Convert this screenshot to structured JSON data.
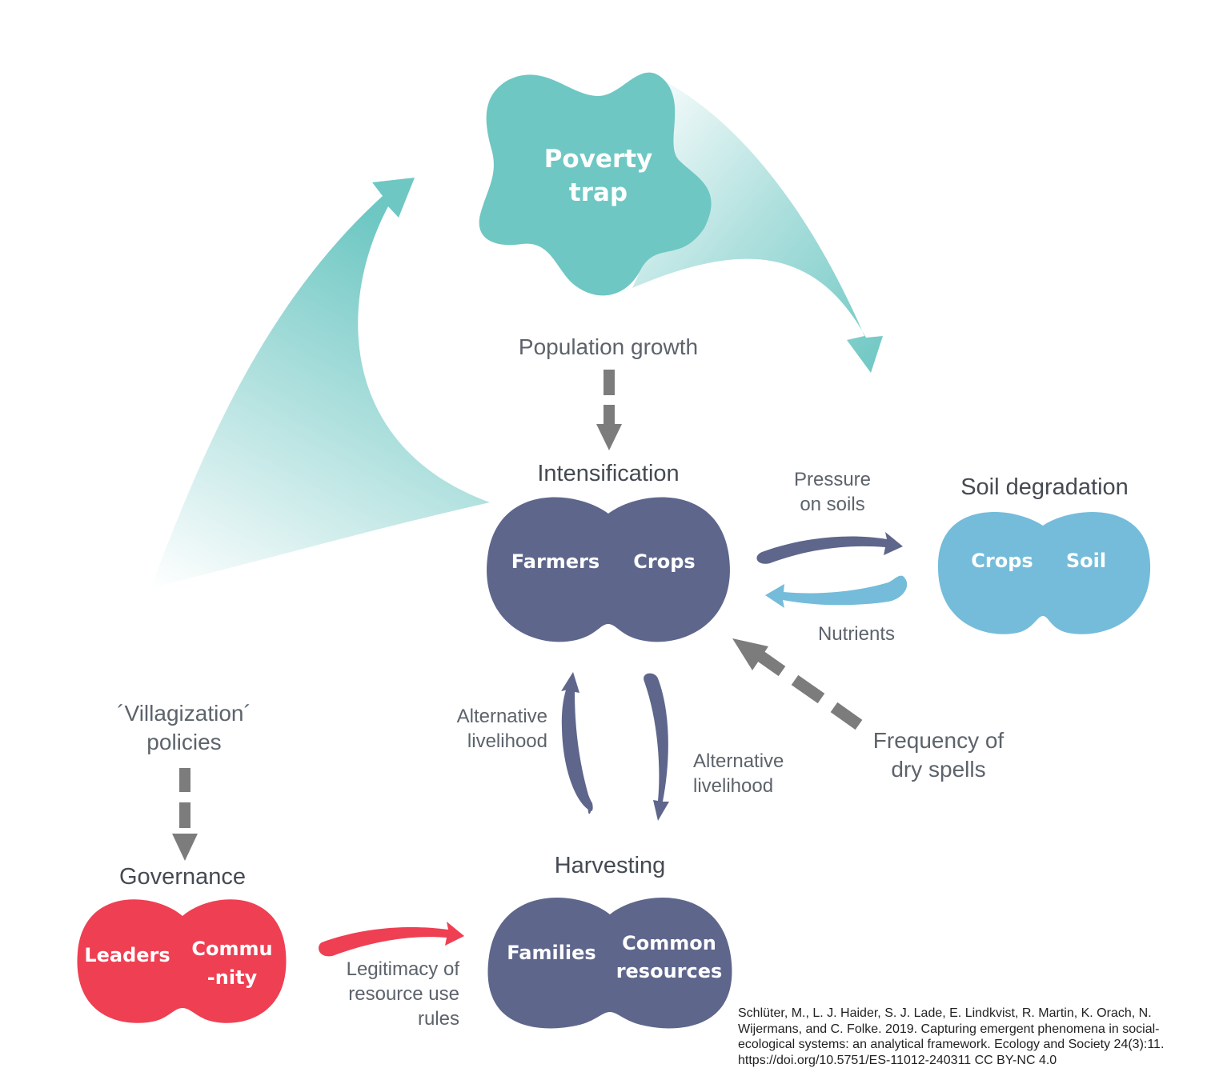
{
  "nodes": {
    "poverty_trap": {
      "line1": "Poverty",
      "line2": "trap",
      "color": "#6ec7c3"
    },
    "intensification": {
      "title": "Intensification",
      "left": "Farmers",
      "right": "Crops",
      "color": "#5e668c"
    },
    "soil_degradation": {
      "title": "Soil degradation",
      "left": "Crops",
      "right": "Soil",
      "color": "#74bcda"
    },
    "harvesting": {
      "title": "Harvesting",
      "left": "Families",
      "right_line1": "Common",
      "right_line2": "resources",
      "color": "#5e668c"
    },
    "governance": {
      "title": "Governance",
      "left": "Leaders",
      "right_line1": "Commu",
      "right_line2": "-nity",
      "color": "#ef3f52"
    }
  },
  "drivers": {
    "population_growth": "Population growth",
    "villagization_line1": "´Villagization´",
    "villagization_line2": "policies",
    "dry_spells_line1": "Frequency of",
    "dry_spells_line2": "dry spells"
  },
  "links": {
    "pressure_line1": "Pressure",
    "pressure_line2": "on soils",
    "nutrients": "Nutrients",
    "alt_left_line1": "Alternative",
    "alt_left_line2": "livelihood",
    "alt_right_line1": "Alternative",
    "alt_right_line2": "livelihood",
    "legitimacy_line1": "Legitimacy of",
    "legitimacy_line2": "resource use",
    "legitimacy_line3": "rules"
  },
  "citation": [
    "Schlüter, M., L. J. Haider, S. J. Lade, E. Lindkvist, R. Martin, K. Orach, N.",
    "Wijermans, and C. Folke. 2019. Capturing emergent phenomena in social-",
    "ecological systems: an analytical framework. Ecology and Society 24(3):11.",
    "https://doi.org/10.5751/ES-11012-240311 CC BY-NC 4.0"
  ],
  "colors": {
    "teal": "#6ec7c3",
    "navy": "#5e668c",
    "light_blue": "#74bcda",
    "red": "#ef3f52",
    "grey_arrow": "#7c7c7c"
  }
}
